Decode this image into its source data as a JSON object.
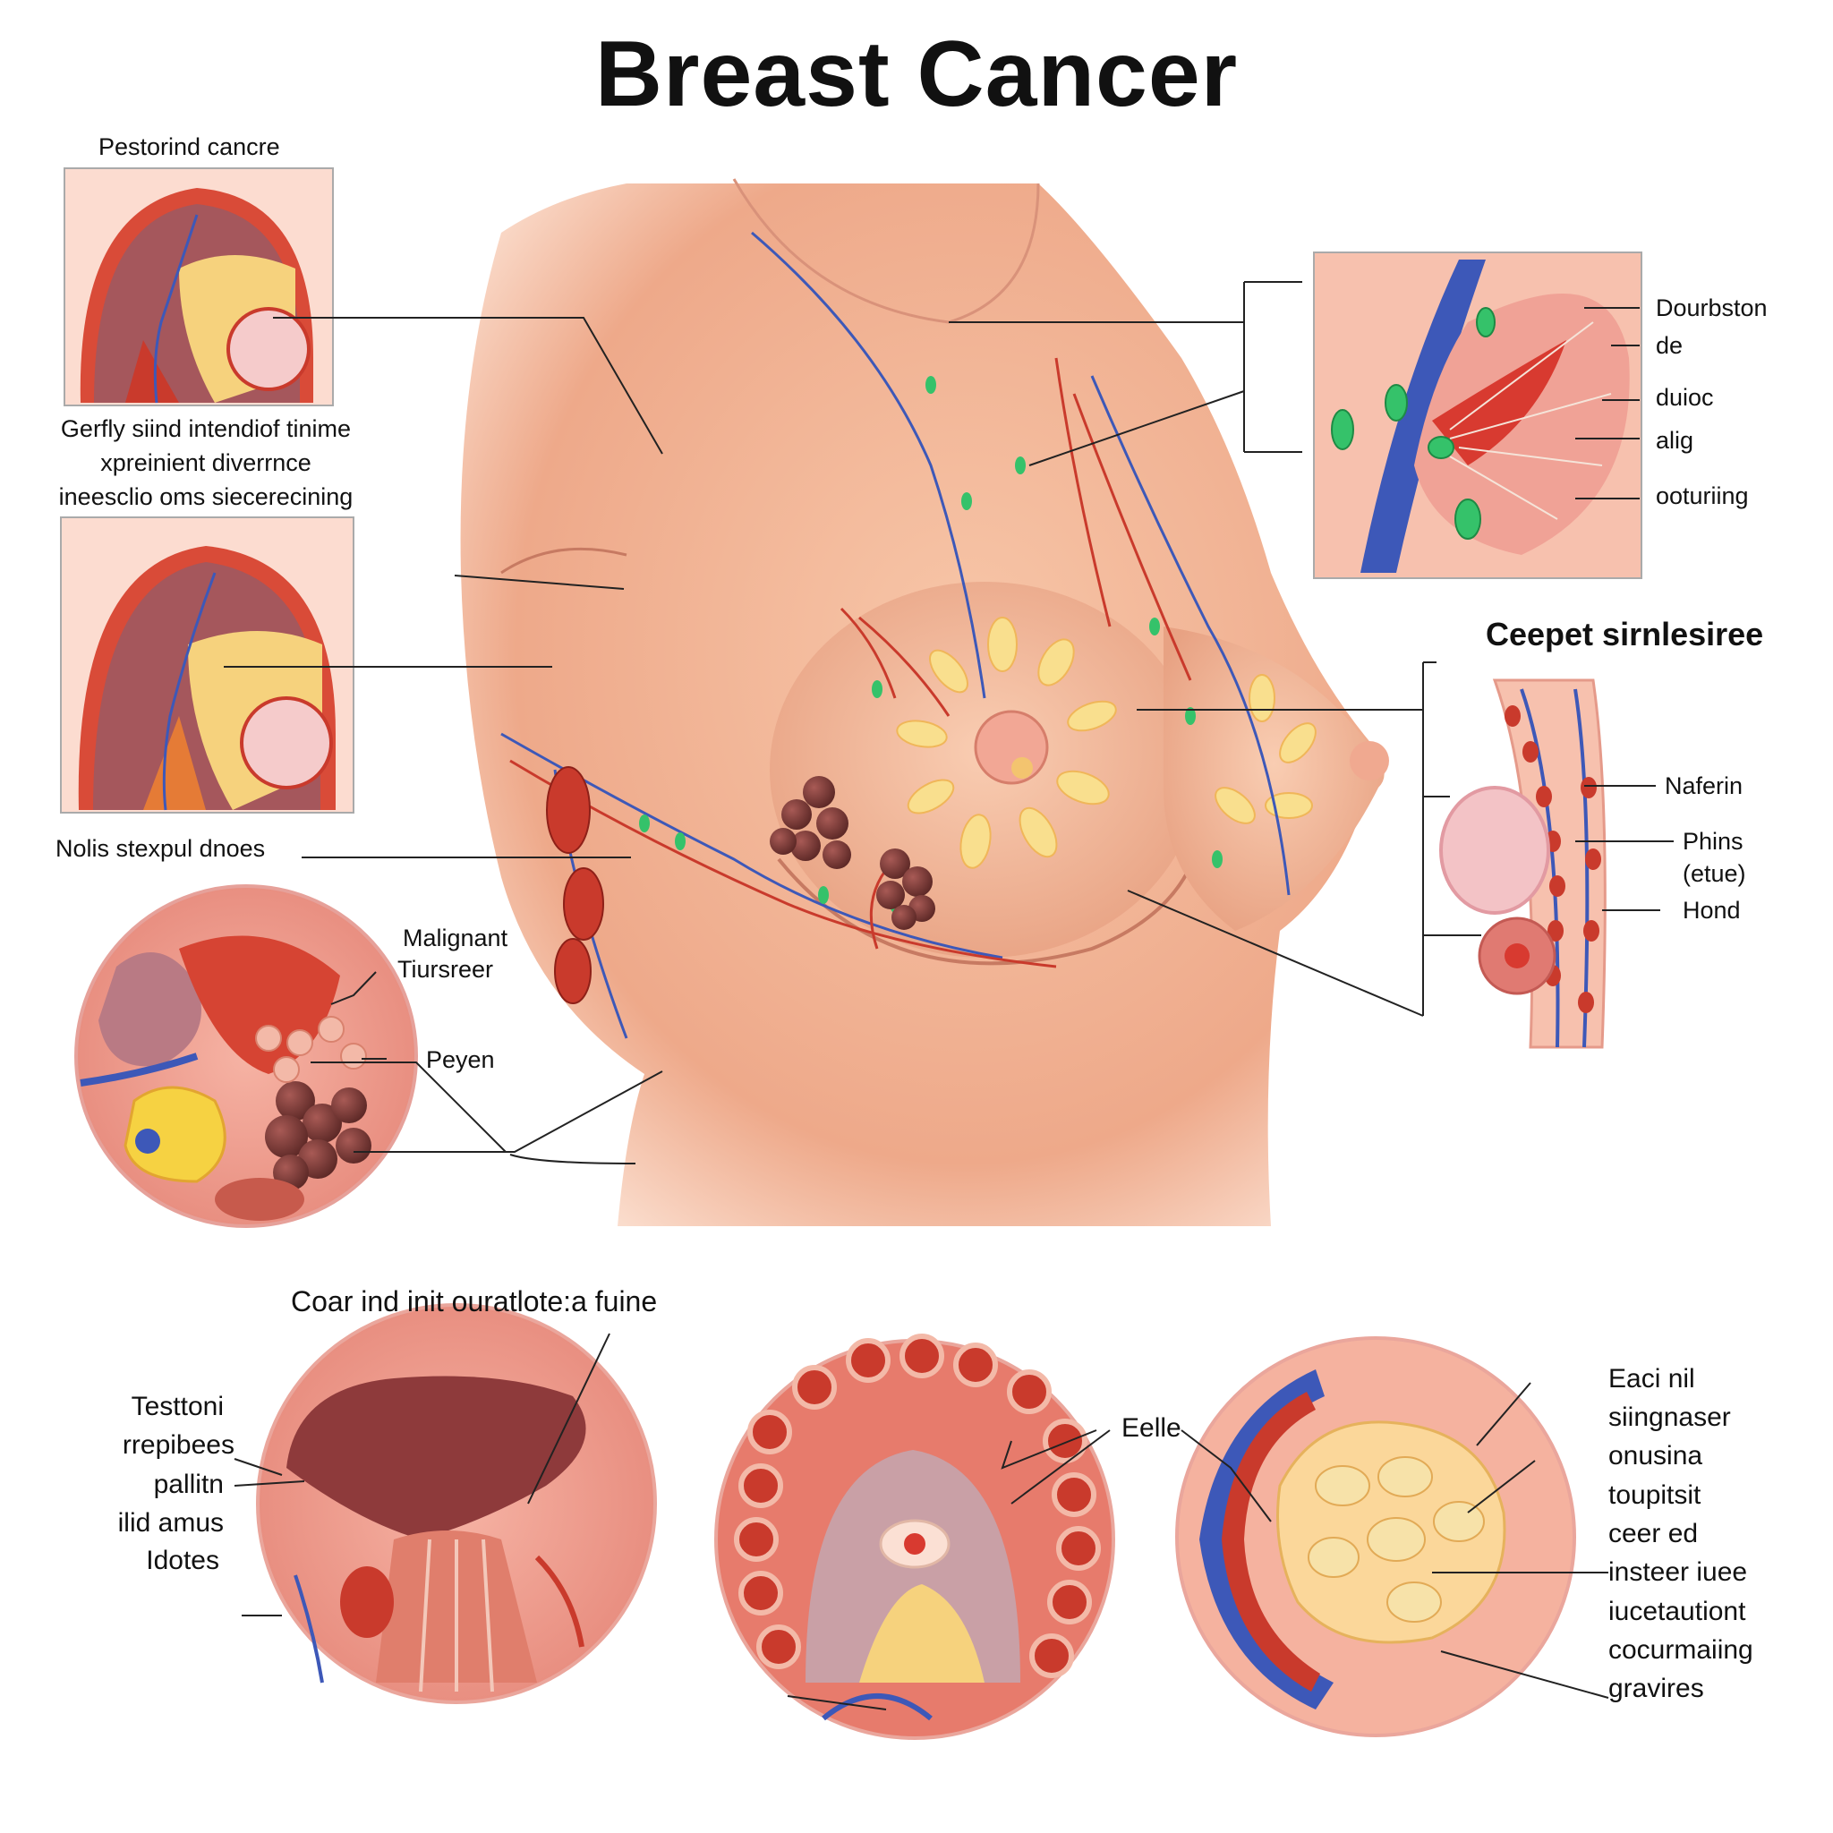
{
  "title": "Breast Cancer",
  "top_left": {
    "label": "Pestorind cancre",
    "caption": [
      "Gerfly siind intendiof tinime",
      "xpreinient diverrnce",
      "ineesclio oms siecerecining"
    ]
  },
  "mid_left": {
    "label": "Nolis stexpul dnoes",
    "callouts": [
      "Malignant",
      "Tiursreer",
      "Peyen"
    ]
  },
  "top_right": {
    "labels": [
      "Dourbston",
      "de",
      "duioc",
      "alig",
      "ooturiing"
    ]
  },
  "mid_right": {
    "heading": "Ceepet sirnlesiree",
    "labels": [
      "Naferin",
      "Phins",
      "(etue)",
      "Hond"
    ]
  },
  "bottom": {
    "heading": "Coar ind init ouratlote:a fuine",
    "left_labels": [
      "Testtoni",
      "rrepibees",
      "pallitn",
      "ilid amus",
      "Idotes"
    ],
    "middle_label": "Eelle",
    "right_labels": [
      "Eaci nil",
      "siingnaser",
      "onusina",
      "toupitsit",
      "ceer ed",
      "insteer iuee",
      "iucetautiont",
      "cocurmaiing",
      "gravires"
    ]
  },
  "colors": {
    "skin": "#f2b697",
    "tissue_red": "#c93a2c",
    "vein_blue": "#3d58b8",
    "node_green": "#35c26a",
    "fat_yellow": "#f6d27d",
    "tumor_brown": "#7b3d3a"
  }
}
